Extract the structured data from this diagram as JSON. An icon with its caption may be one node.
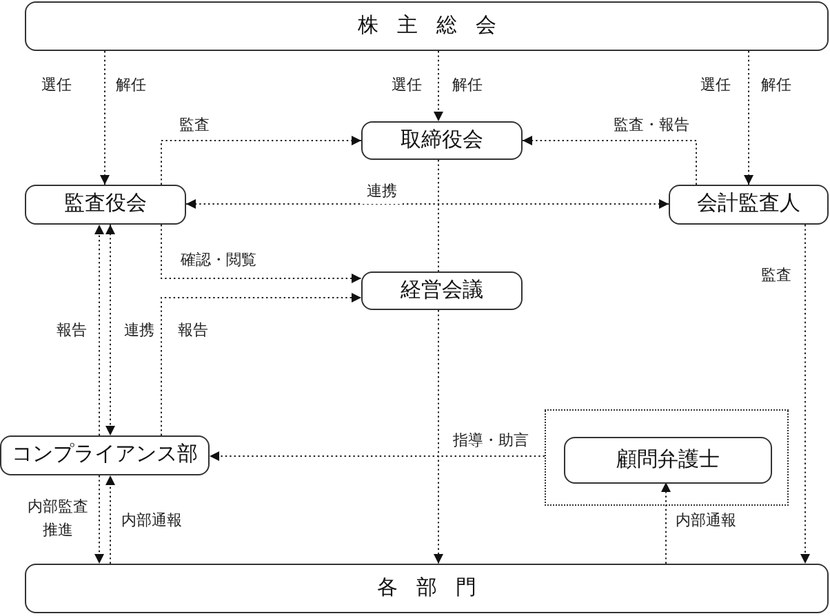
{
  "diagram": {
    "nodes": [
      {
        "text": [
          "株主総会"
        ]
      },
      {
        "text": [
          "取締役会"
        ]
      },
      {
        "text": [
          "監査役会"
        ]
      },
      {
        "text": [
          "会計監査人"
        ]
      },
      {
        "text": [
          "経営会議"
        ]
      },
      {
        "text": [],
        "shape": "box"
      },
      {
        "text": [
          "顧問弁護士"
        ],
        "in": 5
      },
      {
        "text": [
          "コンプライアンス部"
        ]
      },
      {
        "text": [
          "各部門"
        ]
      }
    ],
    "edges": [
      {
        "from": 0,
        "to": 2,
        "arrow": "to"
      },
      {
        "from": 0,
        "to": 1,
        "arrow": "to"
      },
      {
        "from": 0,
        "to": 3,
        "arrow": "to"
      },
      {
        "from": 2,
        "to": 1,
        "arrow": "to",
        "label": "監査"
      },
      {
        "from": 3,
        "to": 1,
        "arrow": "to",
        "label": "監査・報告"
      },
      {
        "from": 2,
        "to": 3,
        "arrow": "both",
        "label": "連携"
      },
      {
        "from": 1,
        "to": 4,
        "arrow": "none"
      },
      {
        "from": 4,
        "to": 8,
        "arrow": "to"
      },
      {
        "from": 2,
        "to": 4,
        "arrow": "to",
        "label": "確認・閲覧"
      },
      {
        "from": 7,
        "to": 4,
        "arrow": "to",
        "label": "報告"
      },
      {
        "from": 7,
        "to": 2,
        "arrow": "to",
        "label": "報告"
      },
      {
        "from": 2,
        "to": 7,
        "arrow": "both",
        "label": "連携"
      },
      {
        "from": 7,
        "to": 8,
        "arrow": "to",
        "label": "内部監査推進"
      },
      {
        "from": 8,
        "to": 7,
        "arrow": "to",
        "label": "内部通報"
      },
      {
        "from": 5,
        "to": 7,
        "arrow": "to",
        "label": "指導・助言"
      },
      {
        "from": 8,
        "to": 6,
        "arrow": "to",
        "label": "内部通報"
      },
      {
        "from": 3,
        "to": 8,
        "arrow": "to",
        "label": "監査"
      }
    ],
    "labels": [
      "選任",
      "解任",
      "選任",
      "解任",
      "選任",
      "解任"
    ]
  }
}
